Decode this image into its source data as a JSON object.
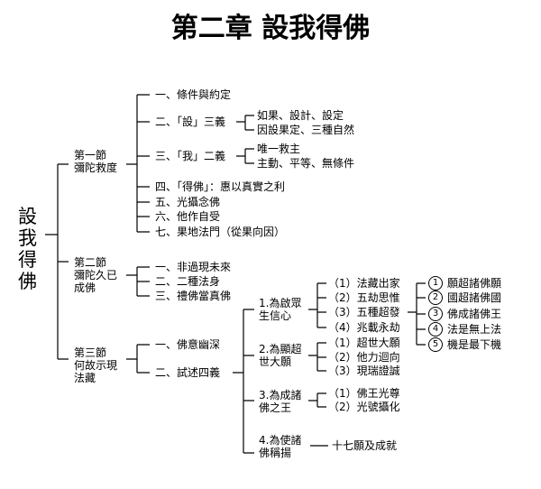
{
  "title": "第二章  設我得佛",
  "root": "設我得佛",
  "sections": [
    {
      "label": [
        "第一節",
        "彌陀救度"
      ],
      "items": [
        {
          "label": "一、條件與約定"
        },
        {
          "label": "二、「設」三義",
          "sub": [
            "如果、設計、設定",
            "因設果定、三種自然"
          ]
        },
        {
          "label": "三、「我」二義",
          "sub": [
            "唯一救主",
            "主動、平等、無條件"
          ]
        },
        {
          "label": "四、「得佛」：惠以真實之利"
        },
        {
          "label": "五、光攝念佛"
        },
        {
          "label": "六、他作自受"
        },
        {
          "label": "七、果地法門（從果向因）"
        }
      ]
    },
    {
      "label": [
        "第二節",
        "彌陀久已",
        "成佛"
      ],
      "items": [
        {
          "label": "一、非過現未來"
        },
        {
          "label": "二、二種法身"
        },
        {
          "label": "三、禮佛當真佛"
        }
      ]
    },
    {
      "label": [
        "第三節",
        "何故示現",
        "法藏"
      ],
      "items": [
        {
          "label": "一、佛意幽深"
        },
        {
          "label": "二、試述四義",
          "children": [
            {
              "label": [
                "1.為啟眾",
                "生信心"
              ],
              "sub": [
                "（1）法藏出家",
                "（2）五劫思惟",
                "（3）五種超發",
                "（4）兆載永劫"
              ],
              "vows": [
                {
                  "num": "1",
                  "text": "願超諸佛願"
                },
                {
                  "num": "2",
                  "text": "國超諸佛國"
                },
                {
                  "num": "3",
                  "text": "佛成諸佛王"
                },
                {
                  "num": "4",
                  "text": "法是無上法"
                },
                {
                  "num": "5",
                  "text": "機是最下機"
                }
              ]
            },
            {
              "label": [
                "2.為顯超",
                "世大願"
              ],
              "sub": [
                "（1）超世大願",
                "（2）他力迴向",
                "（3）現瑞證誠"
              ]
            },
            {
              "label": [
                "3.為成諸",
                "佛之王"
              ],
              "sub": [
                "（1）佛王光尊",
                "（2）光號攝化"
              ]
            },
            {
              "label": [
                "4.為使諸",
                "佛稱揚"
              ],
              "sub": [
                "十七願及成就"
              ]
            }
          ]
        }
      ]
    }
  ]
}
